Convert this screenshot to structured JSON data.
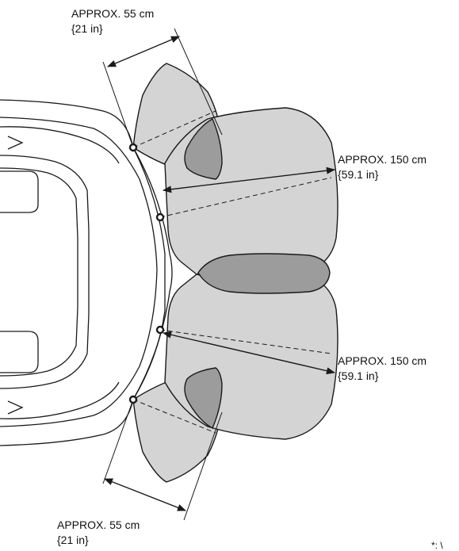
{
  "labels": {
    "top_side": {
      "line1": "APPROX. 55 cm",
      "line2": "{21 in}"
    },
    "front_upper": {
      "line1": "APPROX. 150 cm",
      "line2": "{59.1 in}"
    },
    "front_lower": {
      "line1": "APPROX. 150 cm",
      "line2": "{59.1 in}"
    },
    "bottom_side": {
      "line1": "APPROX. 55 cm",
      "line2": "{21 in}"
    }
  },
  "footnote": "*: \\",
  "colors": {
    "zone_light": "#d4d4d4",
    "zone_dark": "#9c9c9c",
    "outline": "#1a1a1a"
  }
}
